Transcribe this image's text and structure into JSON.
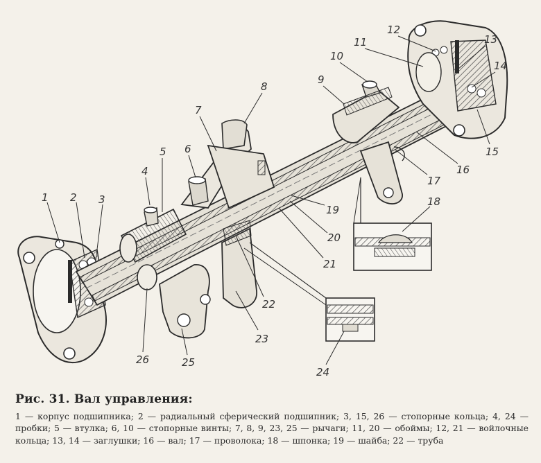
{
  "figure": {
    "callouts": [
      {
        "id": "c1",
        "text": "1"
      },
      {
        "id": "c2",
        "text": "2"
      },
      {
        "id": "c3",
        "text": "3"
      },
      {
        "id": "c4",
        "text": "4"
      },
      {
        "id": "c5",
        "text": "5"
      },
      {
        "id": "c6",
        "text": "6"
      },
      {
        "id": "c7",
        "text": "7"
      },
      {
        "id": "c8",
        "text": "8"
      },
      {
        "id": "c9",
        "text": "9"
      },
      {
        "id": "c10",
        "text": "10"
      },
      {
        "id": "c11",
        "text": "11"
      },
      {
        "id": "c12",
        "text": "12"
      },
      {
        "id": "c13",
        "text": "13"
      },
      {
        "id": "c14",
        "text": "14"
      },
      {
        "id": "c15",
        "text": "15"
      },
      {
        "id": "c16",
        "text": "16"
      },
      {
        "id": "c17",
        "text": "17"
      },
      {
        "id": "c18",
        "text": "18"
      },
      {
        "id": "c19",
        "text": "19"
      },
      {
        "id": "c20",
        "text": "20"
      },
      {
        "id": "c21",
        "text": "21"
      },
      {
        "id": "c22",
        "text": "22"
      },
      {
        "id": "c23",
        "text": "23"
      },
      {
        "id": "c24",
        "text": "24"
      },
      {
        "id": "c25",
        "text": "25"
      },
      {
        "id": "c26",
        "text": "26"
      }
    ]
  },
  "caption": {
    "title": "Рис. 31. Вал управления:",
    "body": "1 — корпус подшипника; 2 — радиальный сферический подшипник; 3, 15, 26 — стопорные кольца; 4, 24 — пробки; 5 — втулка; 6, 10 — стопорные винты; 7, 8, 9, 23, 25 — рычаги; 11, 20 — обоймы; 12, 21 — войлочные кольца; 13, 14 — заглушки; 16 — вал; 17 — проволока; 18 — шпонка; 19 — шайба; 22 — труба"
  },
  "colors": {
    "ink": "#2b2b2b",
    "hatch": "#4a4a4a",
    "paper": "#f4f1ea",
    "shade": "#d9d5cc"
  }
}
